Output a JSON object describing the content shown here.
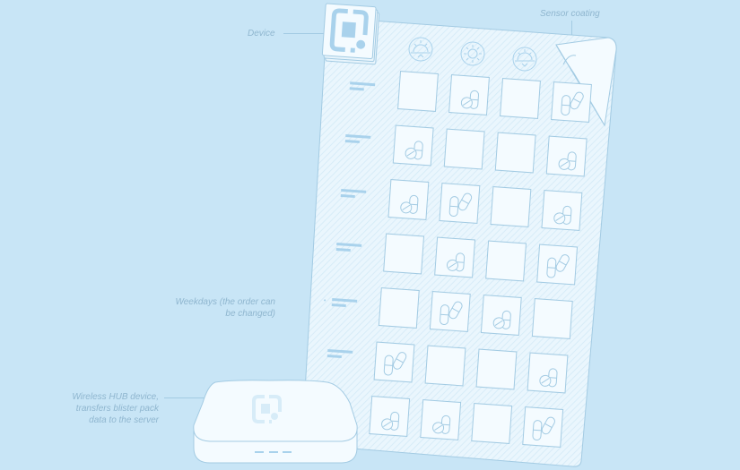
{
  "labels": {
    "device": "Device",
    "sensor_coating": "Sensor coating",
    "weekdays_line1": "Weekdays (the order can",
    "weekdays_line2": "be changed)",
    "hub_line1": "Wireless HUB device,",
    "hub_line2": "transfers blister pack",
    "hub_line3": "data to the server"
  },
  "colors": {
    "background": "#c8e5f6",
    "pack_fill": "#eef8fd",
    "stroke": "#a3cbe3",
    "blister_fill": "#f4fbff",
    "weekday_bar": "#a9d2ec",
    "label_text": "#8fb6cf"
  },
  "time_of_day_icons": [
    "sunrise-icon",
    "sun-icon",
    "sunset-icon"
  ],
  "grid": {
    "rows": 7,
    "cols": 4,
    "pills": [
      [
        0,
        1,
        0,
        2
      ],
      [
        1,
        0,
        0,
        1
      ],
      [
        1,
        2,
        0,
        1
      ],
      [
        0,
        1,
        0,
        2
      ],
      [
        0,
        2,
        1,
        0
      ],
      [
        2,
        0,
        0,
        1
      ],
      [
        1,
        1,
        0,
        2
      ]
    ]
  }
}
